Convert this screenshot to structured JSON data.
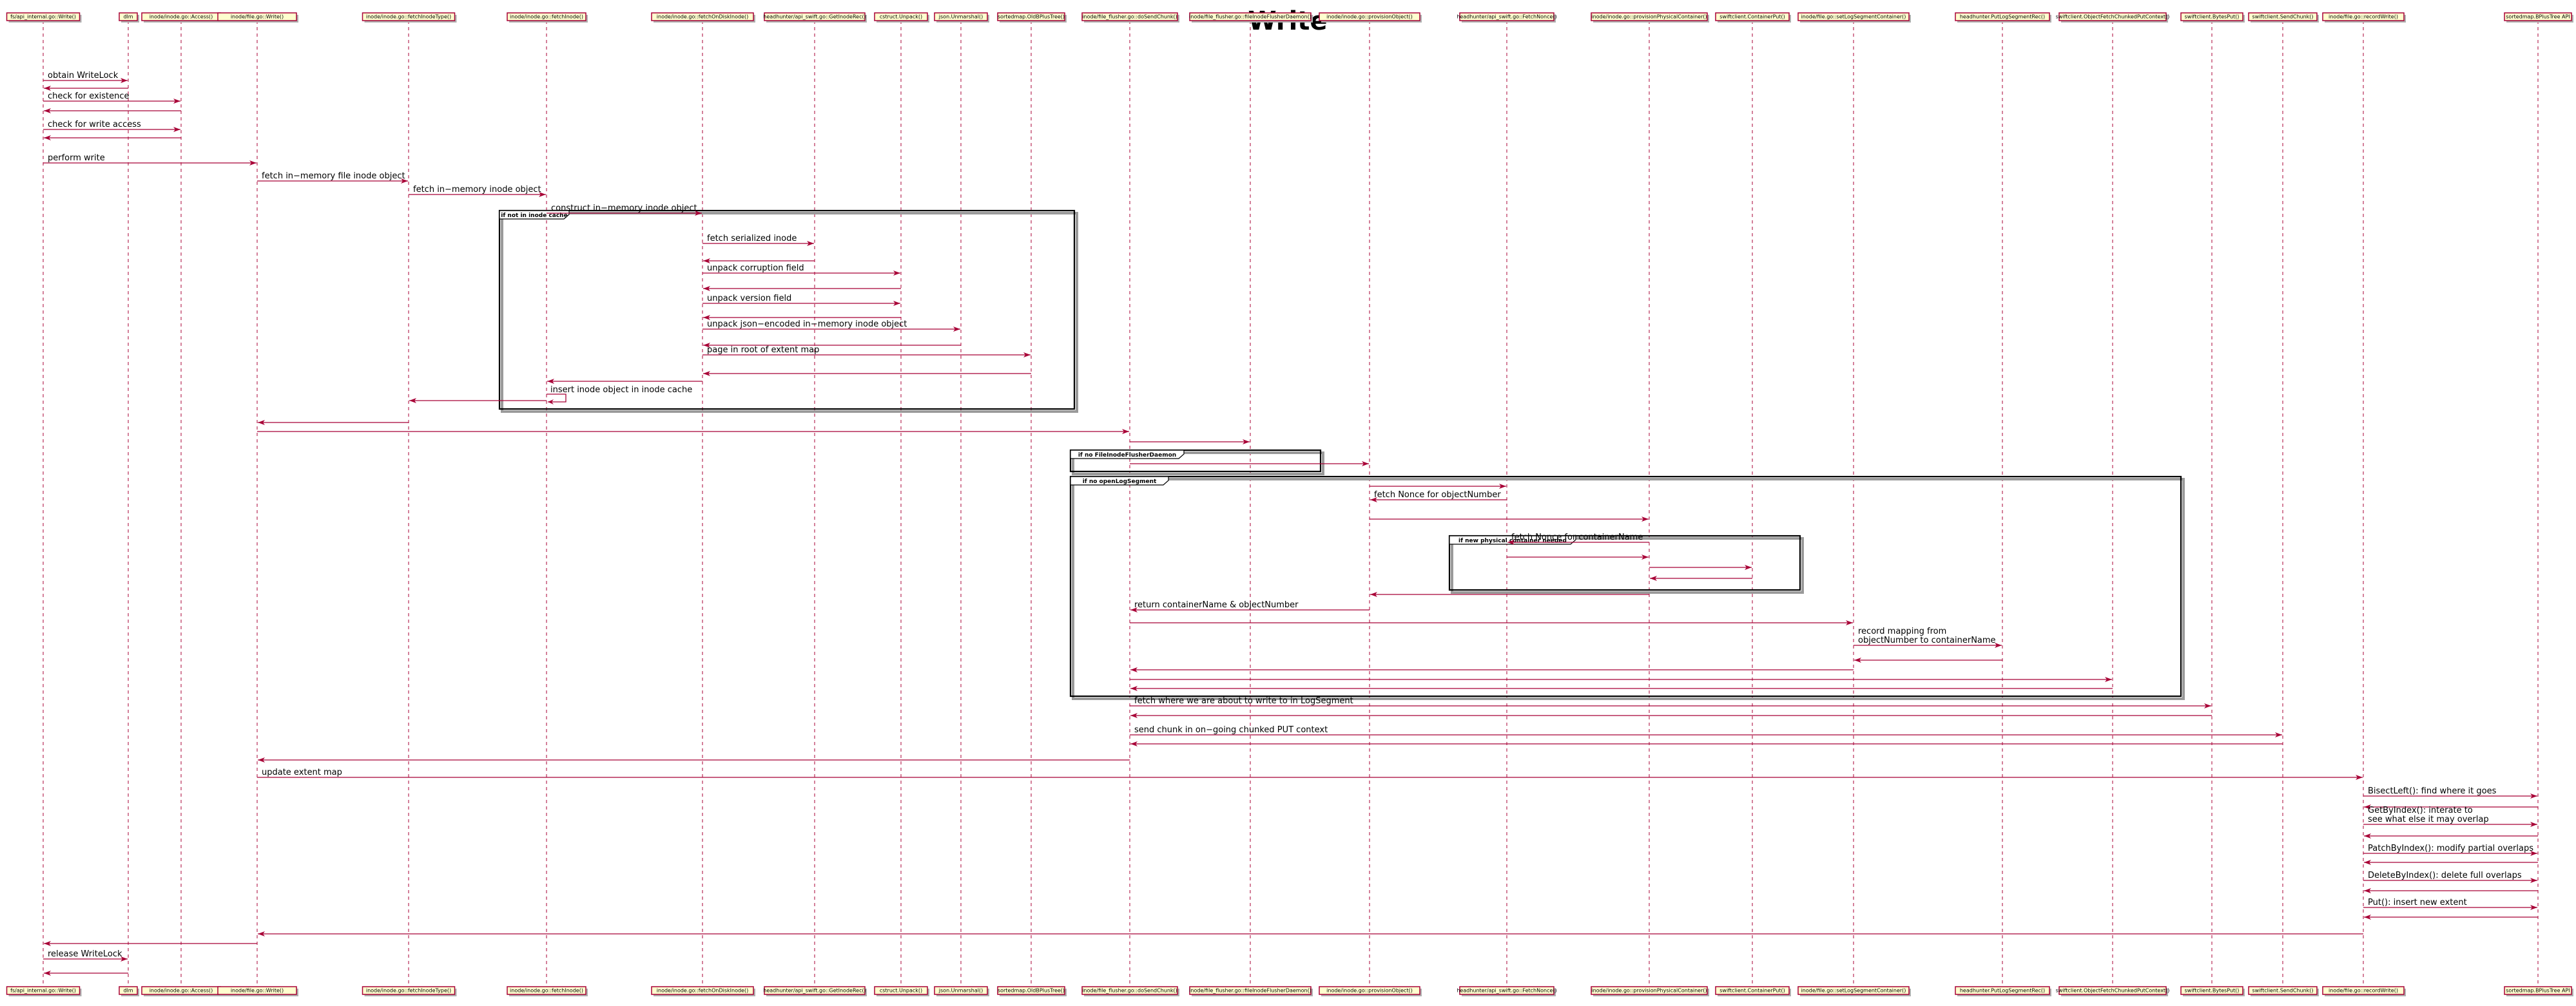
{
  "title": "Write",
  "colors": {
    "line": "#a80036",
    "participant_fill": "#fefece",
    "participant_border": "#a80036",
    "fragment_border": "#000000"
  },
  "participants": [
    {
      "id": "p0",
      "label": "fs/api_internal.go::Write()"
    },
    {
      "id": "p1",
      "label": "dlm"
    },
    {
      "id": "p2",
      "label": "inode/inode.go::Access()"
    },
    {
      "id": "p3",
      "label": "inode/file.go::Write()"
    },
    {
      "id": "p4",
      "label": "inode/inode.go::fetchInodeType()"
    },
    {
      "id": "p5",
      "label": "inode/inode.go::fetchInode()"
    },
    {
      "id": "p6",
      "label": "inode/inode.go::fetchOnDiskInode()"
    },
    {
      "id": "p7",
      "label": "headhunter/api_swift.go::GetInodeRec()"
    },
    {
      "id": "p8",
      "label": "cstruct.Unpack()"
    },
    {
      "id": "p9",
      "label": "json.Unmarshal()"
    },
    {
      "id": "p10",
      "label": "sortedmap.OldBPlusTree()"
    },
    {
      "id": "p11",
      "label": "inode/file_flusher.go::doSendChunk()"
    },
    {
      "id": "p12",
      "label": "inode/file_flusher.go::fileInodeFlusherDaemon()"
    },
    {
      "id": "p13",
      "label": "inode/inode.go::provisionObject()"
    },
    {
      "id": "p14",
      "label": "headhunter/api_swift.go::FetchNonce()"
    },
    {
      "id": "p15",
      "label": "inode/inode.go::provisionPhysicalContainer()"
    },
    {
      "id": "p16",
      "label": "swiftclient.ContainerPut()"
    },
    {
      "id": "p17",
      "label": "inode/file.go::setLogSegmentContainer()"
    },
    {
      "id": "p18",
      "label": "headhunter.PutLogSegmentRec()"
    },
    {
      "id": "p19",
      "label": "swiftclient.ObjectFetchChunkedPutContext()"
    },
    {
      "id": "p20",
      "label": "swiftclient.BytesPut()"
    },
    {
      "id": "p21",
      "label": "swiftclient.SendChunk()"
    },
    {
      "id": "p22",
      "label": "inode/file.go::recordWrite()"
    },
    {
      "id": "p23",
      "label": "sortedmap.BPlusTree API"
    }
  ],
  "messages": [
    {
      "from": "p0",
      "to": "p1",
      "label": "obtain WriteLock"
    },
    {
      "from": "p1",
      "to": "p0",
      "label": ""
    },
    {
      "from": "p0",
      "to": "p2",
      "label": "check for existence"
    },
    {
      "from": "p2",
      "to": "p0",
      "label": ""
    },
    {
      "from": "p0",
      "to": "p2",
      "label": "check for write access"
    },
    {
      "from": "p2",
      "to": "p0",
      "label": ""
    },
    {
      "from": "p0",
      "to": "p3",
      "label": "perform write"
    },
    {
      "from": "p3",
      "to": "p4",
      "label": "fetch in−memory file inode object"
    },
    {
      "from": "p4",
      "to": "p5",
      "label": "fetch in−memory inode object"
    },
    {
      "from": "p5",
      "to": "p6",
      "label": "construct in−memory inode object"
    },
    {
      "from": "p6",
      "to": "p7",
      "label": "fetch serialized inode"
    },
    {
      "from": "p7",
      "to": "p6",
      "label": ""
    },
    {
      "from": "p6",
      "to": "p8",
      "label": "unpack corruption field"
    },
    {
      "from": "p8",
      "to": "p6",
      "label": ""
    },
    {
      "from": "p6",
      "to": "p8",
      "label": "unpack version field"
    },
    {
      "from": "p8",
      "to": "p6",
      "label": ""
    },
    {
      "from": "p6",
      "to": "p9",
      "label": "unpack json−encoded in−memory inode object"
    },
    {
      "from": "p9",
      "to": "p6",
      "label": ""
    },
    {
      "from": "p6",
      "to": "p10",
      "label": "page in root of extent map"
    },
    {
      "from": "p10",
      "to": "p6",
      "label": ""
    },
    {
      "from": "p6",
      "to": "p5",
      "label": ""
    },
    {
      "from": "p5",
      "to": "p5",
      "label": "insert inode object in inode cache"
    },
    {
      "from": "p5",
      "to": "p4",
      "label": ""
    },
    {
      "from": "p4",
      "to": "p3",
      "label": ""
    },
    {
      "from": "p3",
      "to": "p11",
      "label": ""
    },
    {
      "from": "p11",
      "to": "p12",
      "label": ""
    },
    {
      "from": "p11",
      "to": "p13",
      "label": ""
    },
    {
      "from": "p13",
      "to": "p14",
      "label": ""
    },
    {
      "from": "p14",
      "to": "p13",
      "label": "fetch Nonce for objectNumber"
    },
    {
      "from": "p13",
      "to": "p15",
      "label": ""
    },
    {
      "from": "p15",
      "to": "p14",
      "label": "fetch Nonce for containerName"
    },
    {
      "from": "p14",
      "to": "p15",
      "label": ""
    },
    {
      "from": "p15",
      "to": "p16",
      "label": ""
    },
    {
      "from": "p16",
      "to": "p15",
      "label": ""
    },
    {
      "from": "p15",
      "to": "p13",
      "label": ""
    },
    {
      "from": "p13",
      "to": "p11",
      "label": "return containerName & objectNumber"
    },
    {
      "from": "p11",
      "to": "p17",
      "label": ""
    },
    {
      "from": "p17",
      "to": "p18",
      "label": "record mapping from\nobjectNumber to containerName"
    },
    {
      "from": "p18",
      "to": "p17",
      "label": ""
    },
    {
      "from": "p17",
      "to": "p11",
      "label": ""
    },
    {
      "from": "p11",
      "to": "p19",
      "label": ""
    },
    {
      "from": "p19",
      "to": "p11",
      "label": ""
    },
    {
      "from": "p11",
      "to": "p20",
      "label": "fetch where we are about to write to in LogSegment"
    },
    {
      "from": "p20",
      "to": "p11",
      "label": ""
    },
    {
      "from": "p11",
      "to": "p21",
      "label": "send chunk in on−going chunked PUT context"
    },
    {
      "from": "p21",
      "to": "p11",
      "label": ""
    },
    {
      "from": "p11",
      "to": "p3",
      "label": ""
    },
    {
      "from": "p3",
      "to": "p22",
      "label": "update extent map"
    },
    {
      "from": "p22",
      "to": "p23",
      "label": "BisectLeft(): find where it goes"
    },
    {
      "from": "p23",
      "to": "p22",
      "label": ""
    },
    {
      "from": "p22",
      "to": "p23",
      "label": "GetByIndex(): interate to\nsee what else it may overlap"
    },
    {
      "from": "p23",
      "to": "p22",
      "label": ""
    },
    {
      "from": "p22",
      "to": "p23",
      "label": "PatchByIndex(): modify partial overlaps"
    },
    {
      "from": "p23",
      "to": "p22",
      "label": ""
    },
    {
      "from": "p22",
      "to": "p23",
      "label": "DeleteByIndex(): delete full overlaps"
    },
    {
      "from": "p23",
      "to": "p22",
      "label": ""
    },
    {
      "from": "p22",
      "to": "p23",
      "label": "Put(): insert new extent"
    },
    {
      "from": "p23",
      "to": "p22",
      "label": ""
    },
    {
      "from": "p22",
      "to": "p3",
      "label": ""
    },
    {
      "from": "p3",
      "to": "p0",
      "label": ""
    },
    {
      "from": "p0",
      "to": "p1",
      "label": "release WriteLock"
    },
    {
      "from": "p1",
      "to": "p0",
      "label": ""
    }
  ],
  "fragments": [
    {
      "label": "if not in inode cache"
    },
    {
      "label": "if no FileInodeFlusherDaemon"
    },
    {
      "label": "if no openLogSegment"
    },
    {
      "label": "if new physical container needed"
    }
  ]
}
